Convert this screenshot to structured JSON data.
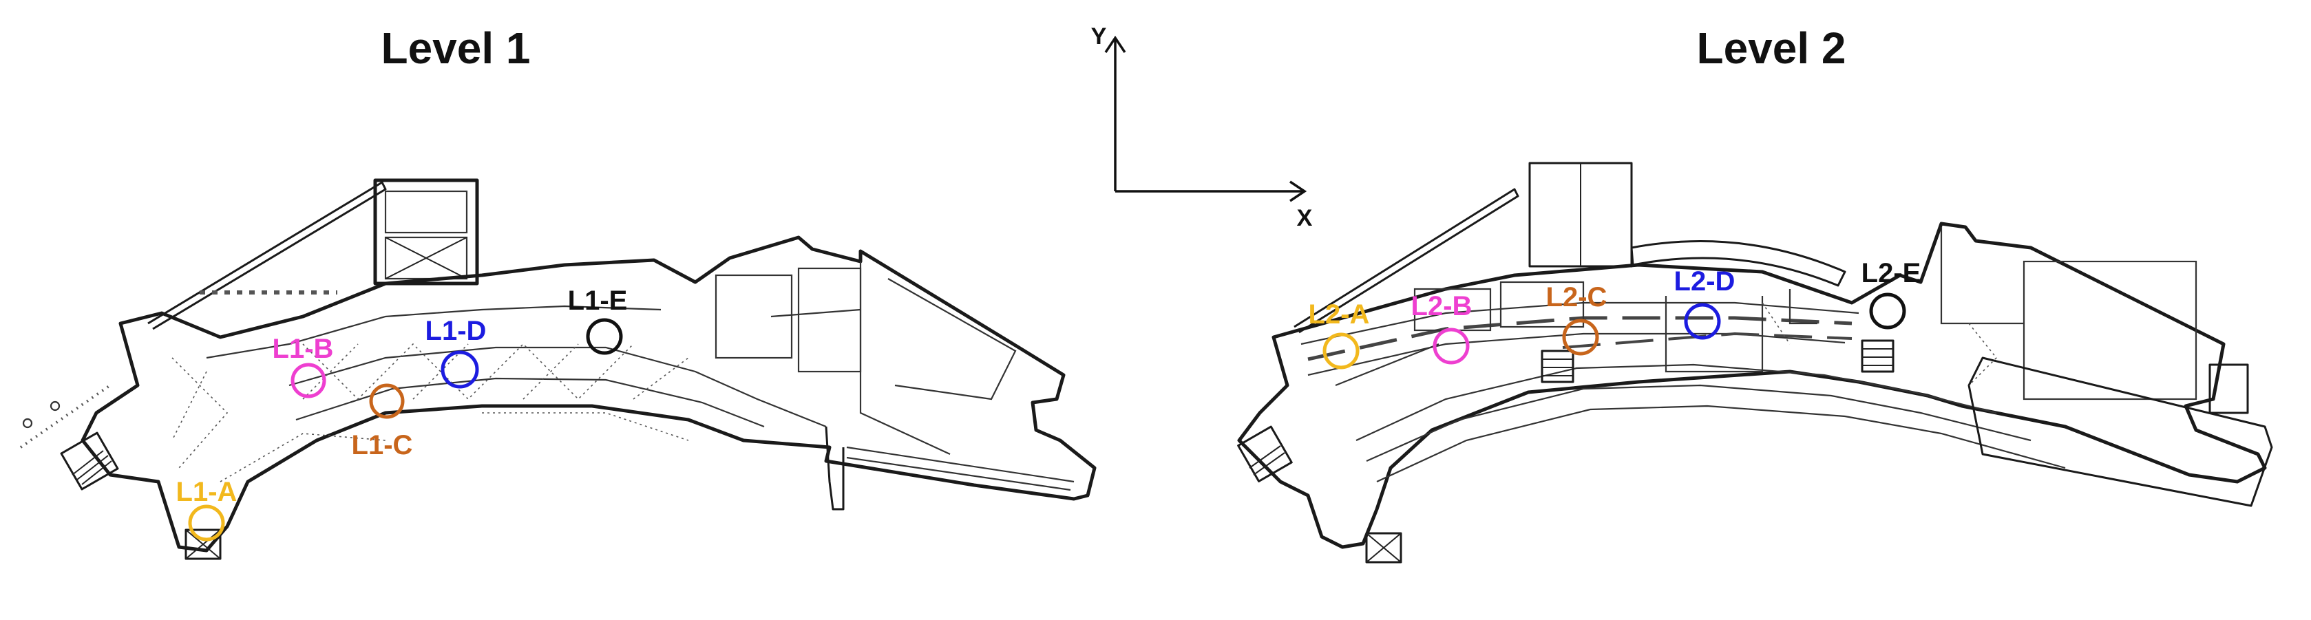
{
  "titles": {
    "level1": "Level 1",
    "level2": "Level 2"
  },
  "axes": {
    "y_label": "Y",
    "x_label": "X"
  },
  "colors": {
    "A": "#f2b81d",
    "B": "#ee3fd0",
    "C": "#c8651b",
    "D": "#1c1ce0",
    "E": "#111111"
  },
  "markers": [
    {
      "id": "L1-A",
      "label": "L1-A",
      "color": "#f2b81d"
    },
    {
      "id": "L1-B",
      "label": "L1-B",
      "color": "#ee3fd0"
    },
    {
      "id": "L1-C",
      "label": "L1-C",
      "color": "#c8651b"
    },
    {
      "id": "L1-D",
      "label": "L1-D",
      "color": "#1c1ce0"
    },
    {
      "id": "L1-E",
      "label": "L1-E",
      "color": "#111111"
    },
    {
      "id": "L2-A",
      "label": "L2-A",
      "color": "#f2b81d"
    },
    {
      "id": "L2-B",
      "label": "L2-B",
      "color": "#ee3fd0"
    },
    {
      "id": "L2-C",
      "label": "L2-C",
      "color": "#c8651b"
    },
    {
      "id": "L2-D",
      "label": "L2-D",
      "color": "#1c1ce0"
    },
    {
      "id": "L2-E",
      "label": "L2-E",
      "color": "#111111"
    }
  ]
}
